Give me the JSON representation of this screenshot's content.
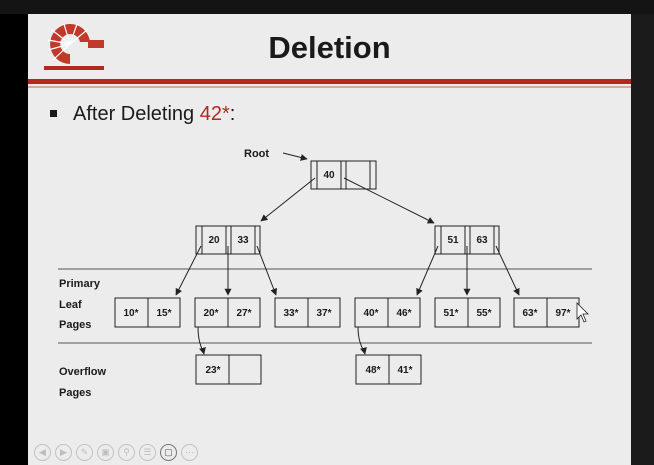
{
  "slide": {
    "title": "Deletion",
    "bullet_prefix": "After Deleting ",
    "bullet_key": "42*",
    "bullet_suffix": ":"
  },
  "diagram": {
    "root_label": "Root",
    "root_keys": [
      "40",
      "",
      ""
    ],
    "inner_left_keys": [
      "20",
      "33",
      ""
    ],
    "inner_right_keys": [
      "51",
      "63",
      ""
    ],
    "row_labels": {
      "primary": "Primary",
      "leaf": "Leaf",
      "pages": "Pages",
      "overflow": "Overflow",
      "overflow_pages": "Pages"
    },
    "leaves": [
      [
        "10*",
        "15*"
      ],
      [
        "20*",
        "27*"
      ],
      [
        "33*",
        "37*"
      ],
      [
        "40*",
        "46*"
      ],
      [
        "51*",
        "55*"
      ],
      [
        "63*",
        "97*"
      ]
    ],
    "overflow_left": [
      "23*",
      ""
    ],
    "overflow_right": [
      "48*",
      "41*"
    ]
  },
  "colors": {
    "accent_red": "#b02a20",
    "slide_bg": "#ececec"
  },
  "icons": [
    "nav-first-icon",
    "nav-prev-icon",
    "nav-pen-icon",
    "nav-save-icon",
    "nav-zoom-icon",
    "nav-menu-icon",
    "nav-screen-icon",
    "nav-more-icon"
  ]
}
